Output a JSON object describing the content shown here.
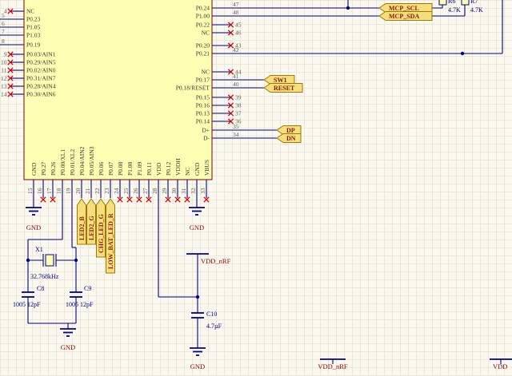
{
  "chip": {
    "left_pins": [
      {
        "num": "4",
        "name": "NC"
      },
      {
        "num": "5",
        "name": "P0.23"
      },
      {
        "num": "6",
        "name": "P1.05"
      },
      {
        "num": "7",
        "name": "P1.03"
      },
      {
        "num": "8",
        "name": "P0.19"
      },
      {
        "num": "9",
        "name": "P0.03/AIN1"
      },
      {
        "num": "10",
        "name": "P0.29/AIN5"
      },
      {
        "num": "11",
        "name": "P0.02/AIN0"
      },
      {
        "num": "12",
        "name": "P0.31/AIN7"
      },
      {
        "num": "13",
        "name": "P0.28/AIN4"
      },
      {
        "num": "14",
        "name": "P0.30/AIN6"
      }
    ],
    "right_pins": [
      {
        "num": "47",
        "name": "P0.24"
      },
      {
        "num": "48",
        "name": "P1.00"
      },
      {
        "num": "45",
        "name": "P0.22"
      },
      {
        "num": "46",
        "name": "NC"
      },
      {
        "num": "43",
        "name": "P0.20"
      },
      {
        "num": "42",
        "name": "P0.21"
      },
      {
        "num": "44",
        "name": "NC"
      },
      {
        "num": "41",
        "name": "P0.17"
      },
      {
        "num": "40",
        "name": "P0.18/RESET"
      },
      {
        "num": "39",
        "name": "P0.15"
      },
      {
        "num": "38",
        "name": "P0.16"
      },
      {
        "num": "37",
        "name": "P0.13"
      },
      {
        "num": "36",
        "name": "P0.14"
      },
      {
        "num": "35",
        "name": "D+"
      },
      {
        "num": "34",
        "name": "D-"
      }
    ],
    "bottom_pins": [
      {
        "num": "15",
        "name": "GND"
      },
      {
        "num": "16",
        "name": "P0.27"
      },
      {
        "num": "17",
        "name": "P0.26"
      },
      {
        "num": "18",
        "name": "P0.00/XL1"
      },
      {
        "num": "19",
        "name": "P0.01/XL2"
      },
      {
        "num": "20",
        "name": "P0.04/AIN2"
      },
      {
        "num": "21",
        "name": "P0.05/AIN3"
      },
      {
        "num": "22",
        "name": "P0.06"
      },
      {
        "num": "23",
        "name": "P0.07"
      },
      {
        "num": "24",
        "name": "P0.08"
      },
      {
        "num": "25",
        "name": "P1.08"
      },
      {
        "num": "26",
        "name": "P1.09"
      },
      {
        "num": "27",
        "name": "P0.11"
      },
      {
        "num": "28",
        "name": "VDD"
      },
      {
        "num": "29",
        "name": "P0.12"
      },
      {
        "num": "30",
        "name": "VDDH"
      },
      {
        "num": "31",
        "name": "NC"
      },
      {
        "num": "32",
        "name": "GND"
      },
      {
        "num": "33",
        "name": "VBUS"
      }
    ]
  },
  "ports": {
    "mcp_scl": "MCP_SCL",
    "mcp_sda": "MCP_SDA",
    "sw1": "SW1",
    "reset": "RESET",
    "dp": "DP",
    "dn": "DN",
    "led2_b": "LED2_B",
    "led2_g": "LED2_G",
    "chg_led": "CHG_LED_G",
    "low_bat_led": "LOW_BAT_LED_R"
  },
  "power": {
    "gnd": "GND",
    "vdd_nrf": "VDD_nRF",
    "vdd": "VDD"
  },
  "components": {
    "x1": {
      "ref": "X1",
      "value": "32.768kHz"
    },
    "c8": {
      "ref": "C8",
      "value": "1005 12pF"
    },
    "c9": {
      "ref": "C9",
      "value": "1005 12pF"
    },
    "c10": {
      "ref": "C10",
      "value": "4.7µF"
    },
    "r6": {
      "ref": "R6",
      "value": "4.7K"
    },
    "r7": {
      "ref": "R7",
      "value": "4.7K"
    }
  },
  "colors": {
    "wire": "#00008B",
    "component_label": "#000080",
    "power_text": "#8B0000",
    "port_fill": "#F5DE7E",
    "port_border": "#9C7A00",
    "chip_fill": "#FFFFB3",
    "chip_border": "#7A0000",
    "nc_mark": "#D40000",
    "background": "#FBF9EF"
  }
}
